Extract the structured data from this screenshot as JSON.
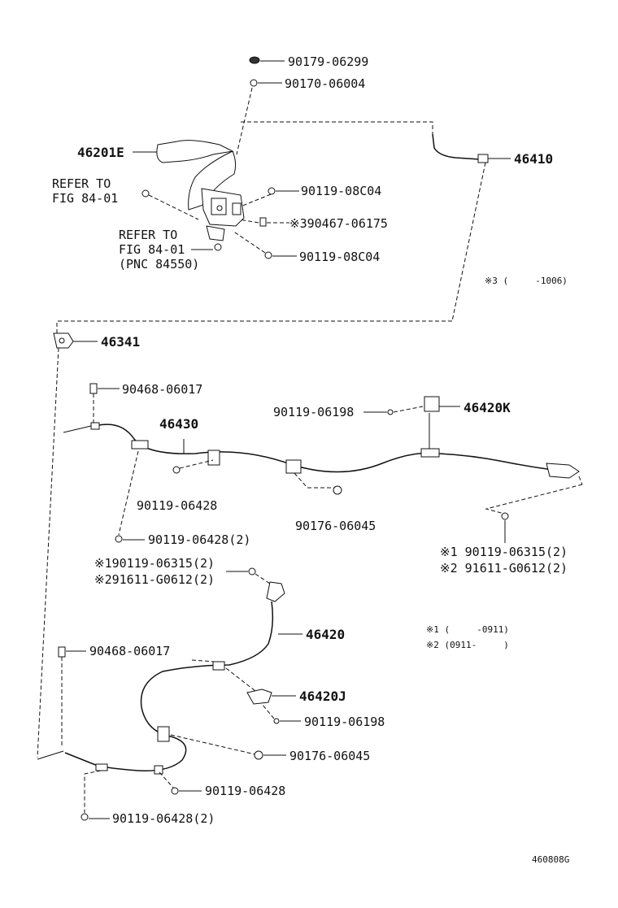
{
  "labels": {
    "p90179": "90179-06299",
    "p90170": "90170-06004",
    "p46201E": "46201E",
    "p46410": "46410",
    "refer1_line1": "REFER TO",
    "refer1_line2": "FIG 84-01",
    "p90119_08C04_a": "90119-08C04",
    "p90467": "※390467-06175",
    "refer2_line1": "REFER TO",
    "refer2_line2": "FIG 84-01",
    "refer2_line3": "(PNC 84550)",
    "p90119_08C04_b": "90119-08C04",
    "note3": "※3 (     -1006)",
    "p46341": "46341",
    "p90468_a": "90468-06017",
    "p90119_06198_a": "90119-06198",
    "p46420K": "46420K",
    "p46430": "46430",
    "p90119_06428_a": "90119-06428",
    "p90176_a": "90176-06045",
    "p90119_06428_2a": "90119-06428(2)",
    "p90119_06315_r": "※1 90119-06315(2)",
    "p91611_r": "※2 91611-G0612(2)",
    "p90119_06315_l": "※190119-06315(2)",
    "p91611_l": "※291611-G0612(2)",
    "p46420": "46420",
    "note1": "※1 (     -0911)",
    "note2": "※2 (0911-     )",
    "p90468_b": "90468-06017",
    "p46420J": "46420J",
    "p90119_06198_b": "90119-06198",
    "p90176_b": "90176-06045",
    "p90119_06428_b": "90119-06428",
    "p90119_06428_2b": "90119-06428(2)",
    "fig_code": "460808G"
  }
}
